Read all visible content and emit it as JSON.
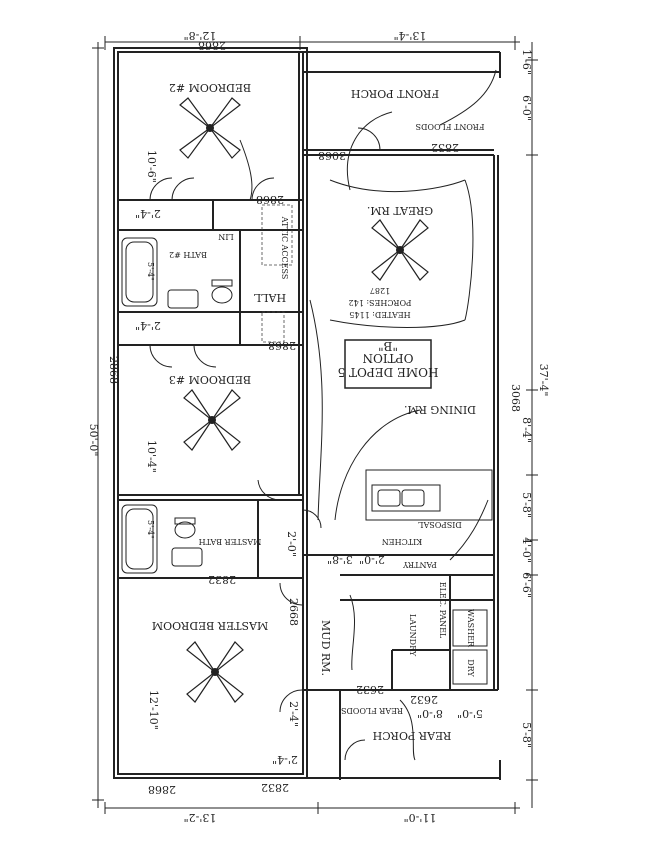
{
  "rooms": {
    "bedroom2": "BEDROOM #2",
    "bedroom2_size": "10'-6\"",
    "bath2": "BATH #2",
    "bath2_size": "5'-4\"",
    "hall": "HALL",
    "bedroom3": "BEDROOM #3",
    "bedroom3_size": "10'-4\"",
    "master_bath": "MASTER BATH",
    "master_bath_size": "5'-4\"",
    "master_bedroom": "MASTER BEDROOM",
    "master_bedroom_size": "12'-10\"",
    "front_porch": "FRONT PORCH",
    "great_room": "GREAT RM.",
    "dining_room": "DINING RM.",
    "kitchen": "KITCHEN",
    "pantry": "PANTRY",
    "laundry": "LAUNDRY",
    "mud_room": "MUD RM.",
    "rear_porch": "REAR PORCH",
    "washer": "WASHER",
    "dryer": "DRY",
    "lin": "LIN"
  },
  "title_box": {
    "line1": "HOME DEPOT 5",
    "line2": "OPTION",
    "line3": "\"B\""
  },
  "notes": {
    "heated": "HEATED: 1145",
    "porches": "PORCHES: 142",
    "total": "1287",
    "front_floods": "FRONT FLOODS",
    "rear_floods": "REAR FLOODS",
    "attic_access": "ATTIC ACCESS",
    "disposal": "DISPOSAL",
    "elec_panel": "ELEC. PANEL"
  },
  "dimensions": {
    "top_left": "12'-8\"",
    "top_right": "13'-4\"",
    "bottom_left": "13'-2\"",
    "bottom_right": "11'-0\"",
    "left_total": "50'-0\"",
    "right_total": "37'-4\"",
    "right_top": "6'-0\"",
    "right_mid1": "8'-4\"",
    "right_mid2": "5'-8\"",
    "right_mid3": "4'-0\"",
    "right_mid4": "6'-6\"",
    "right_bottom": "5'-8\"",
    "right_edge": "1'-6\"",
    "rear_porch_w": "5'-0\"",
    "laundry_w": "8'-0\"",
    "closet1": "2'-4\"",
    "closet2": "2'-4\"",
    "closet3": "2'-4\"",
    "closet4": "2'-4\"",
    "hall_w": "2'-0\"",
    "kitchen_w": "3'-8\"",
    "kitchen_w2": "2'-0\"",
    "door1": "2868",
    "door2": "3068",
    "door3": "2832",
    "door4": "2868",
    "door5": "2668",
    "door6": "2832",
    "door7": "2632",
    "door8": "2632",
    "door9": "2832",
    "win1": "2868",
    "win2": "2868",
    "win3": "3068",
    "win4": "2868"
  }
}
